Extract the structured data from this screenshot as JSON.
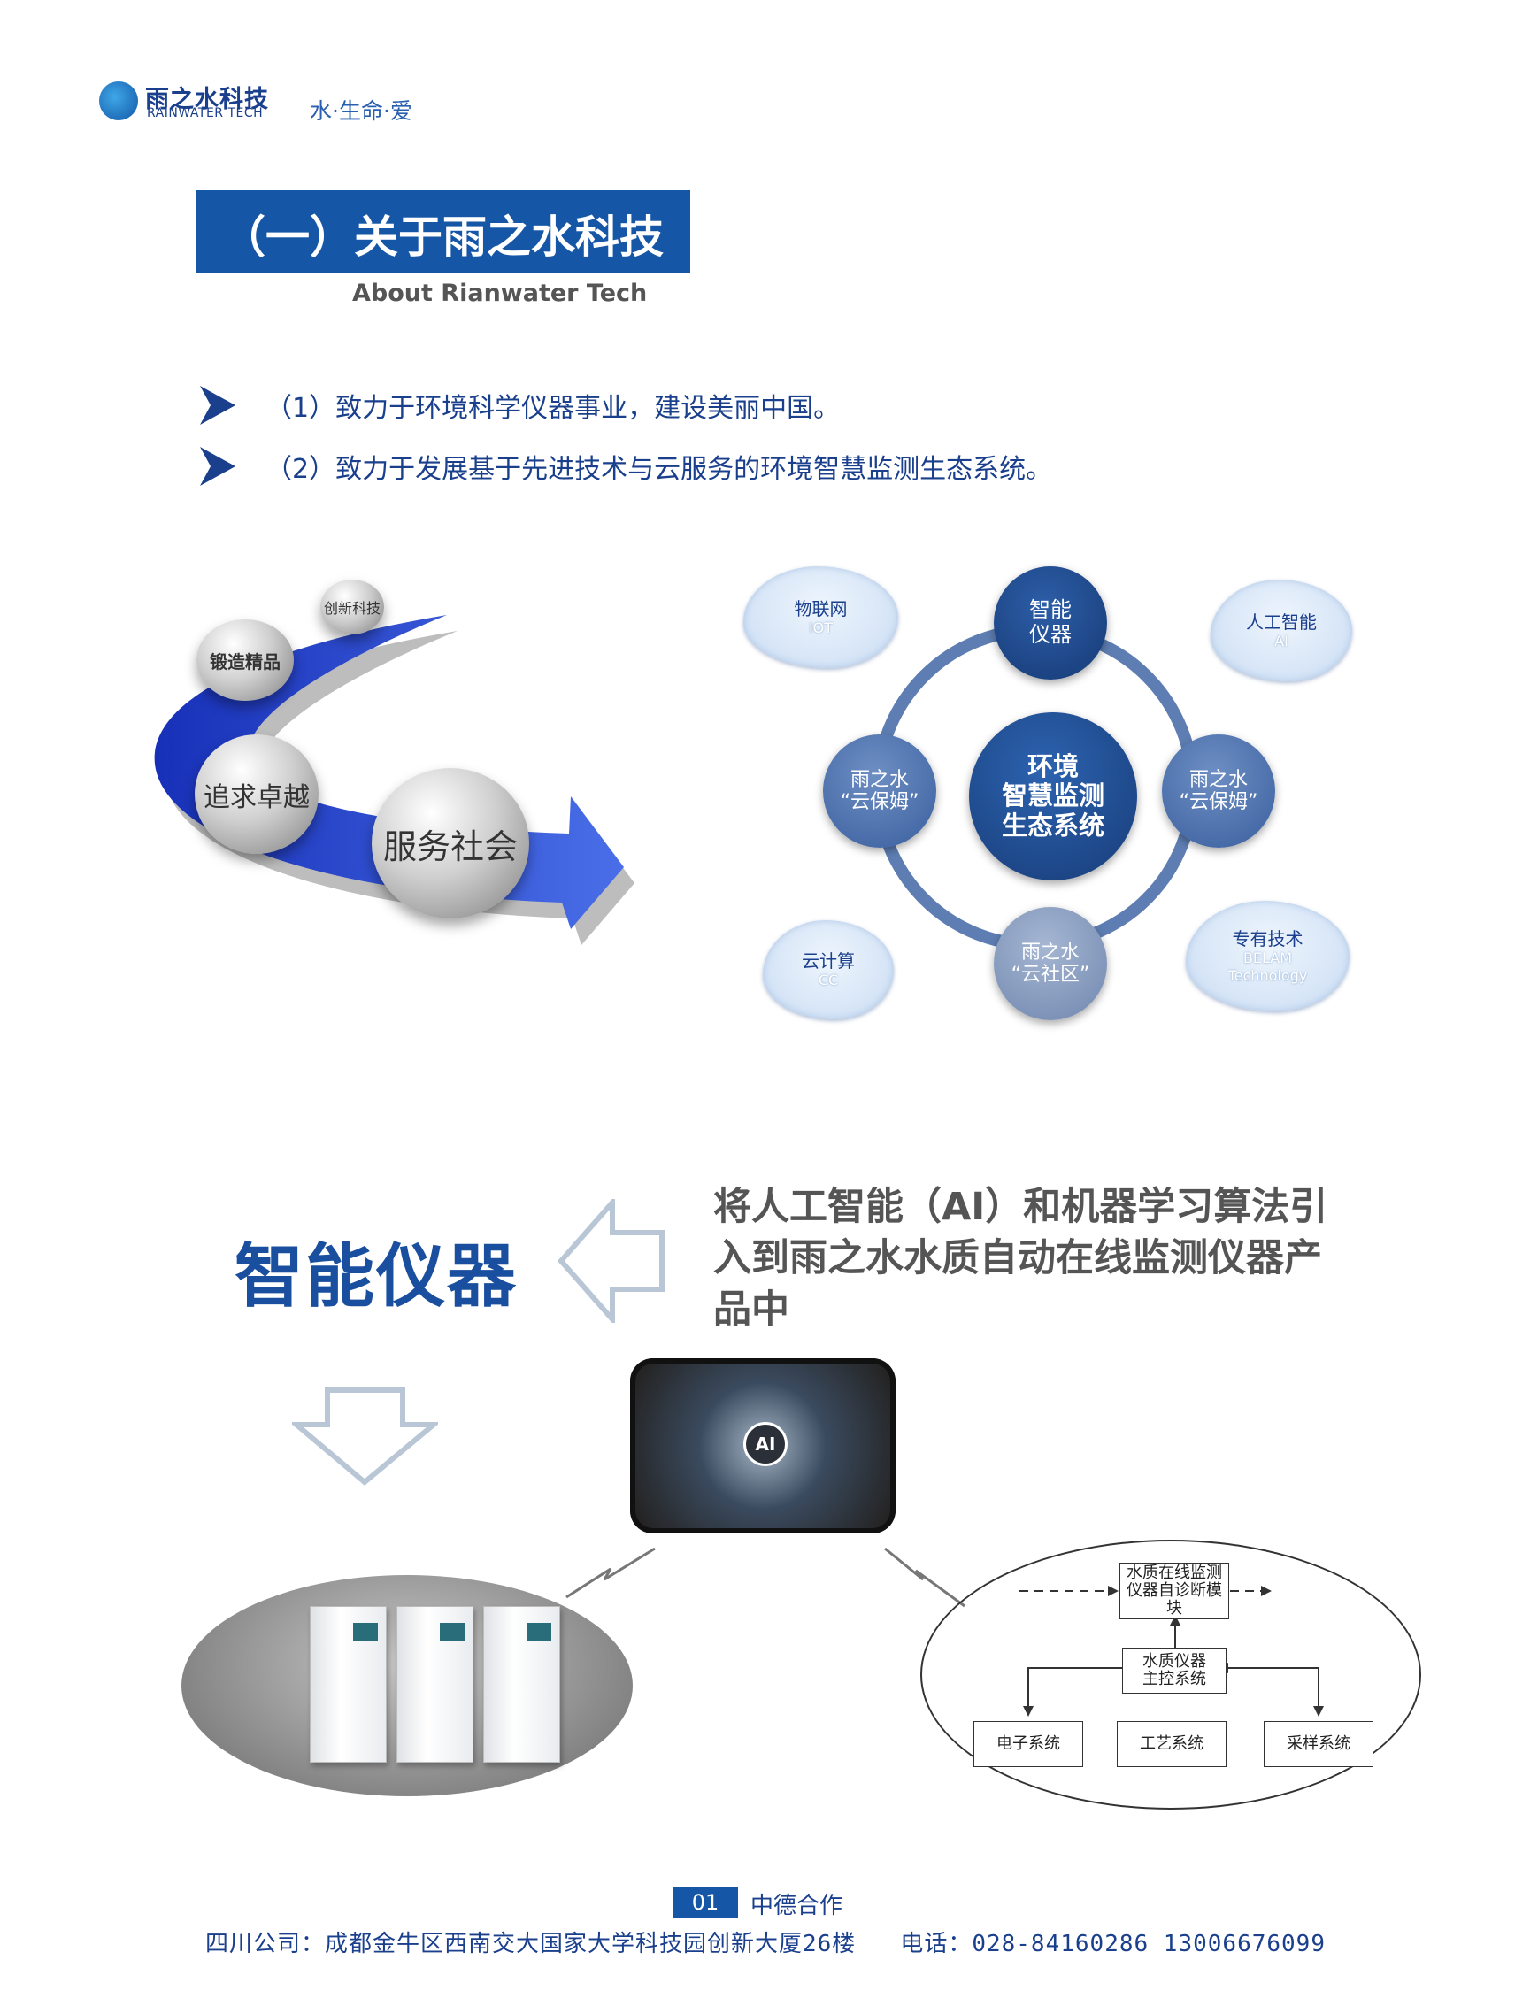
{
  "header": {
    "logo_cn": "雨之水科技",
    "logo_en": "RAINWATER TECH",
    "slogan": "水·生命·爱"
  },
  "section": {
    "title": "（一）关于雨之水科技",
    "subtitle": "About Rianwater Tech"
  },
  "bullets": [
    "（1）致力于环境科学仪器事业，建设美丽中国。",
    "（2）致力于发展基于先进技术与云服务的环境智慧监测生态系统。"
  ],
  "arrow_diagram": {
    "s1": "创新科技",
    "s2": "锻造精品",
    "s3": "追求卓越",
    "s4": "服务社会"
  },
  "eco": {
    "center": [
      "环境",
      "智慧监测",
      "生态系统"
    ],
    "top": [
      "智能",
      "仪器"
    ],
    "left": [
      "雨之水",
      "“云保姆”"
    ],
    "right": [
      "雨之水",
      "“云保姆”"
    ],
    "bottom": [
      "雨之水",
      "“云社区”"
    ],
    "clouds": {
      "iot": {
        "cn": "物联网",
        "en": "IOT"
      },
      "ai": {
        "cn": "人工智能",
        "en": "AI"
      },
      "cc": {
        "cn": "云计算",
        "en": "CC"
      },
      "tech": {
        "cn": "专有技术",
        "en1": "BELAM",
        "en2": "Technology"
      }
    }
  },
  "smart": {
    "title": "智能仪器",
    "desc": "将人工智能（AI）和机器学习算法引入到雨之水水质自动在线监测仪器产品中",
    "ai_badge": "AI"
  },
  "flow": {
    "diag": [
      "水质在线监测",
      "仪器自诊断模",
      "块"
    ],
    "main": [
      "水质仪器",
      "主控系统"
    ],
    "elec": "电子系统",
    "proc": "工艺系统",
    "samp": "采样系统"
  },
  "footer": {
    "page_num": "01",
    "page_label": "中德合作",
    "address": "四川公司：成都金牛区西南交大国家大学科技园创新大厦26楼",
    "phone": "电话：028-84160286  13006676099"
  },
  "colors": {
    "brand": "#1656a6",
    "ring": "#5e7eb3",
    "arrow": "#2246c8"
  }
}
